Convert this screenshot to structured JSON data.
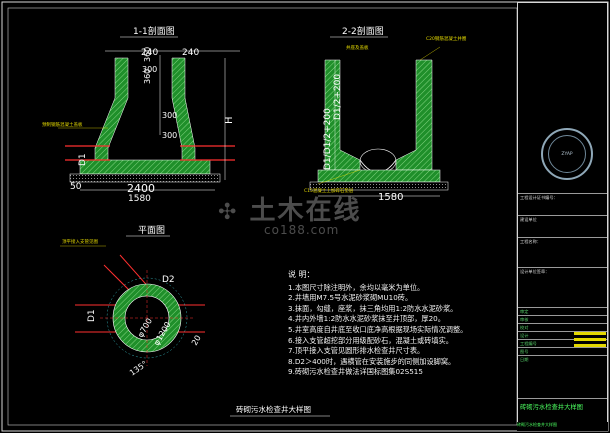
{
  "section_1": {
    "title": "1-1剖面图",
    "dims": [
      "240",
      "240",
      "300",
      "300",
      "300",
      "360",
      "360",
      "300",
      "2400",
      "1580"
    ],
    "labels": [
      "D1",
      "50",
      "H"
    ],
    "callout": "预制钢筋混凝土盖板"
  },
  "section_2": {
    "title": "2-2剖面图",
    "dims": [
      "D1/2+200",
      "D1/D1/2+200",
      "1580"
    ],
    "labels": [
      "D1"
    ],
    "callout_left": "井座及盖板",
    "callout_right": "C20钢筋混凝土井圈",
    "callout_bottom": "C15混凝土上加碎石垫层"
  },
  "plan": {
    "title": "平面图",
    "labels": [
      "D2",
      "D1",
      "φ700",
      "φ1200",
      "135°",
      "20"
    ],
    "callout": "顶平接入支管见图"
  },
  "notes": {
    "heading": "说 明：",
    "items": [
      "1.本图尺寸除注明外，余均以毫米为单位。",
      "2.井墙用M7.5号水泥砂浆砌MU10砖。",
      "3.抹面，勾缝，座浆，抹三角均用1:2防水水泥砂浆。",
      "4.井内外墙1:2防水水泥砂浆抹至井顶部，厚20。",
      "5.井室高度自井底至收口底净高根据现场实际情况调整。",
      "6.接入支管超挖部分用级配砂石，混凝土或砖填实。",
      "7.顶平接入支管见圆形排水检查井尺寸表。",
      "8.D2＞400时，遇横管在安装施步的同侧加设脚窝。",
      "9.砖砌污水检查井做法详国标图集02S515"
    ]
  },
  "drawing_caption": "砖砌污水检查井大样图",
  "watermark": {
    "brand": "土木在线",
    "site": "co188.com"
  },
  "title_block": {
    "logo_text": "ZYAP",
    "cells": [
      "工程设计证书编号：",
      "建设单位",
      "工程名称：",
      "设计单位签章：",
      "审定",
      "审核",
      "校对",
      "设计",
      "工程编号",
      "图号",
      "日期"
    ],
    "drawing_name": "砖砌污水检查井大样图",
    "footer": "砖砌污水检查井大样图"
  },
  "colors": {
    "background": "#000000",
    "wall_fill": "#1f8f2a",
    "hatch": "#e8e8e8",
    "dimension": "#ffffff",
    "red_line": "#ff3030",
    "cyan_line": "#3fd8e0",
    "yellow": "#e3d800",
    "magenta": "#e040e0"
  }
}
